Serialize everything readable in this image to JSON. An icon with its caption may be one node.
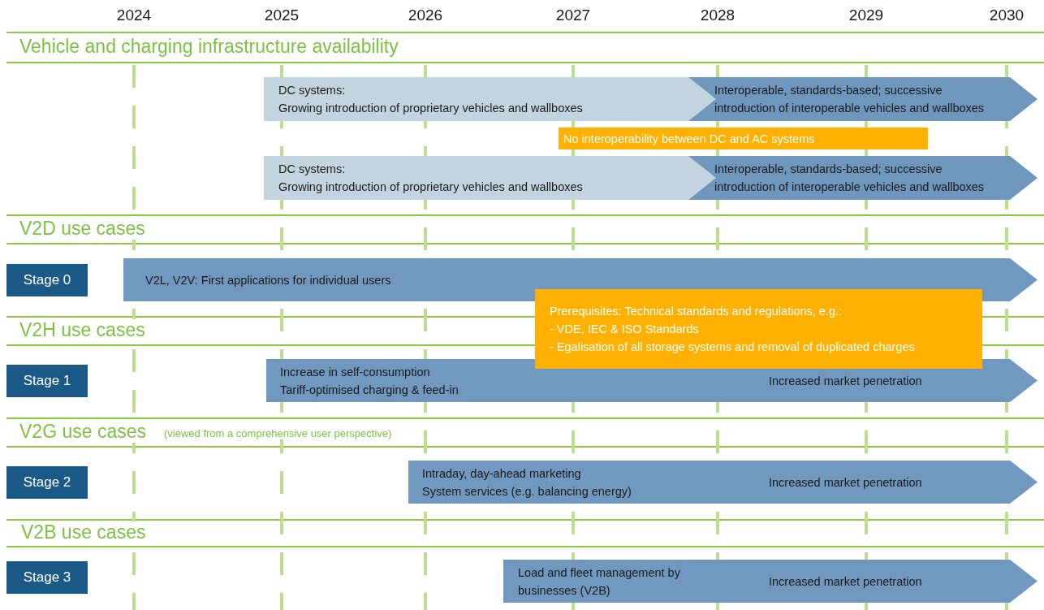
{
  "diagram": {
    "nodes": [
      {
        "text": [
          "DC systems:",
          "Growing introduction of proprietary vehicles and wallboxes"
        ]
      },
      {
        "text": [
          "Interoperable, standards-based; successive introduction of interoperable vehicles and wallboxes"
        ]
      },
      {
        "text": [
          "No interoperability between DC and AC systems"
        ]
      },
      {
        "text": [
          "DC systems:",
          "Growing introduction of proprietary vehicles and wallboxes"
        ]
      },
      {
        "text": [
          "Interoperable, standards-based; successive introduction of interoperable vehicles and wallboxes"
        ]
      },
      {
        "text": [
          "Stage 0"
        ]
      },
      {
        "text": [
          "V2L, V2V: First applications for individual users"
        ]
      },
      {
        "text": [
          "Prerequisites: Technical standards and regulations, e.g.:",
          "- VDE, IEC & ISO Standards",
          "- Egalisation of all storage systems and removal of duplicated charges"
        ]
      },
      {
        "text": [
          "Stage 1"
        ]
      },
      {
        "text": [
          "Increase in self-consumption",
          "Tariff-optimised charging & feed-in",
          "Increased market penetration"
        ]
      },
      {
        "text": [
          "Stage 2"
        ]
      },
      {
        "text": [
          "Intraday, day-ahead marketing",
          "System services (e.g. balancing energy)",
          "Increased market penetration"
        ]
      },
      {
        "text": [
          "Stage 3"
        ]
      },
      {
        "text": [
          "Load and fleet management by businesses (V2B)",
          "Increased market penetration"
        ]
      }
    ],
    "edges": [],
    "labels": [
      "2024",
      "2025",
      "2026",
      "2027",
      "2028",
      "2029",
      "2030",
      "Vehicle and charging infrastructure availability",
      "V2D use cases",
      "V2H use cases",
      "V2G use cases",
      "(viewed from a comprehensive user perspective)",
      "V2B use cases"
    ]
  }
}
